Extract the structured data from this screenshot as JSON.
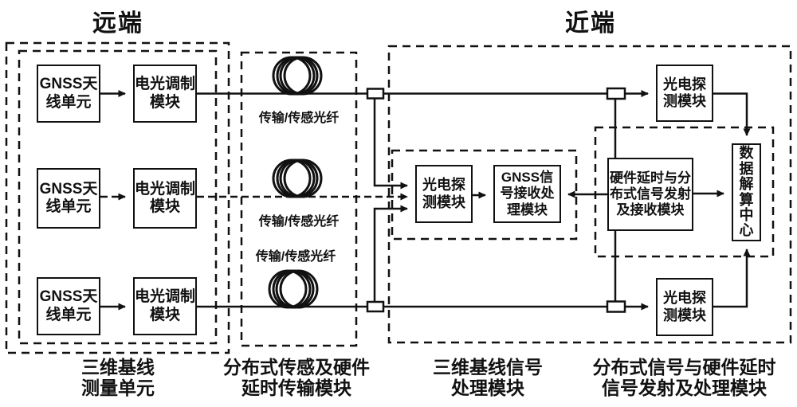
{
  "titles": {
    "remote": "远端",
    "near": "近端"
  },
  "remote_unit": {
    "rows": [
      {
        "antenna": "GNSS天\n线单元",
        "modulator": "电光调制\n模块"
      },
      {
        "antenna": "GNSS天\n线单元",
        "modulator": "电光调制\n模块"
      },
      {
        "antenna": "GNSS天\n线单元",
        "modulator": "电光调制\n模块"
      }
    ],
    "caption": "三维基线\n测量单元"
  },
  "fiber_module": {
    "labels": [
      "传输/传感光纤",
      "传输/传感光纤",
      "传输/传感光纤"
    ],
    "caption": "分布式传感及硬件\n延时传输模块"
  },
  "signal_processing": {
    "photodetector": "光电探\n测模块",
    "gnss_receiver": "GNSS信\n号接收处\n理模块",
    "caption": "三维基线信号\n处理模块"
  },
  "distributed_unit": {
    "hw_delay": "硬件延时与分\n布式信号发射\n及接收模块",
    "photodetector_top": "光电探\n测模块",
    "photodetector_bottom": "光电探\n测模块",
    "data_center": "数\n据\n解\n算\n中\n心",
    "caption": "分布式信号与硬件延时\n信号发射及处理模块"
  },
  "colors": {
    "ink": "#111111",
    "background": "#ffffff"
  }
}
